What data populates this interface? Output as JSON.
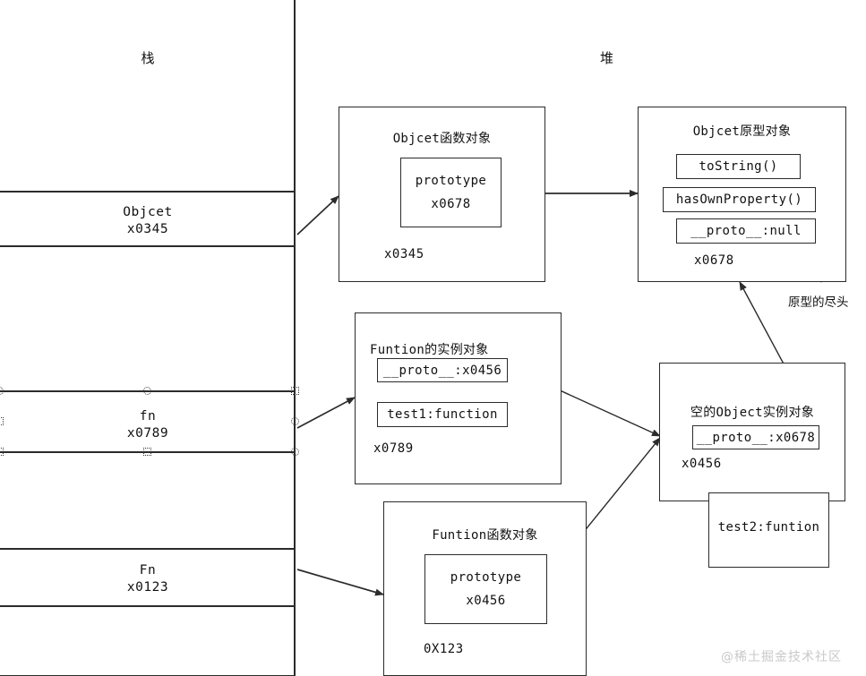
{
  "diagram": {
    "stack": {
      "title": "栈",
      "rows": [
        {
          "name": "Objcet",
          "address": "x0345"
        },
        {
          "name": "fn",
          "address": "x0789"
        },
        {
          "name": "Fn",
          "address": "x0123"
        }
      ]
    },
    "heap": {
      "title": "堆",
      "nodes": [
        {
          "id": "object-function-object",
          "title": "Objcet函数对象",
          "address": "x0345",
          "slots": [
            {
              "line1": "prototype",
              "line2": "x0678"
            }
          ]
        },
        {
          "id": "object-prototype-object",
          "title": "Objcet原型对象",
          "address": "x0678",
          "slots": [
            {
              "line1": "toString()"
            },
            {
              "line1": "hasOwnProperty()"
            },
            {
              "line1": "__proto__:null"
            }
          ]
        },
        {
          "id": "funtion-instance-object",
          "title": "Funtion的实例对象",
          "address": "x0789",
          "slots": [
            {
              "line1": "__proto__:x0456"
            },
            {
              "line1": "test1:function"
            }
          ]
        },
        {
          "id": "empty-object-instance",
          "title": "空的Object实例对象",
          "address": "x0456",
          "slots": [
            {
              "line1": "__proto__:x0678"
            }
          ]
        },
        {
          "id": "test2-box",
          "title": "",
          "address": "",
          "slots": [
            {
              "line1": "test2:funtion"
            }
          ]
        },
        {
          "id": "funtion-function-object",
          "title": "Funtion函数对象",
          "address": "0X123",
          "slots": [
            {
              "line1": "prototype",
              "line2": "x0456"
            }
          ]
        }
      ],
      "annotations": [
        {
          "id": "end-of-prototype",
          "text": "原型的尽头"
        }
      ]
    },
    "watermark": "@稀土掘金技术社区",
    "colors": {
      "stroke": "#2b2b2b",
      "background": "#ffffff",
      "text": "#111111",
      "watermark": "#c9c9c9"
    }
  }
}
